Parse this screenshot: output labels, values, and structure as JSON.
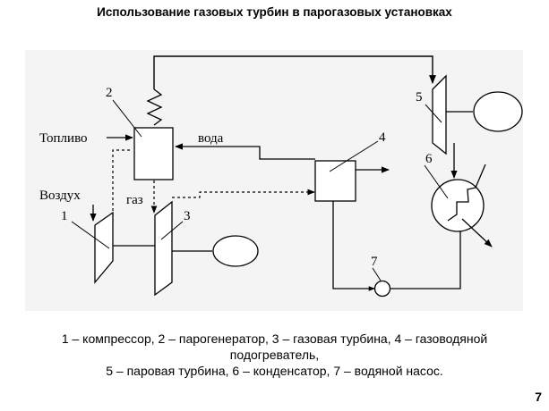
{
  "slide": {
    "title": "Использование газовых турбин в парогазовых установках",
    "page_number": "7"
  },
  "diagram": {
    "labels": {
      "fuel": "Топливо",
      "water": "вода",
      "air": "Воздух",
      "gas": "газ"
    },
    "numbers": {
      "n1": "1",
      "n2": "2",
      "n3": "3",
      "n4": "4",
      "n5": "5",
      "n6": "6",
      "n7": "7"
    }
  },
  "caption": {
    "line1": "1 – компрессор, 2 – парогенератор, 3 – газовая турбина, 4 – газоводяной",
    "line2": "подогреватель,",
    "line3": "5 – паровая турбина, 6 – конденсатор, 7 – водяной насос."
  }
}
